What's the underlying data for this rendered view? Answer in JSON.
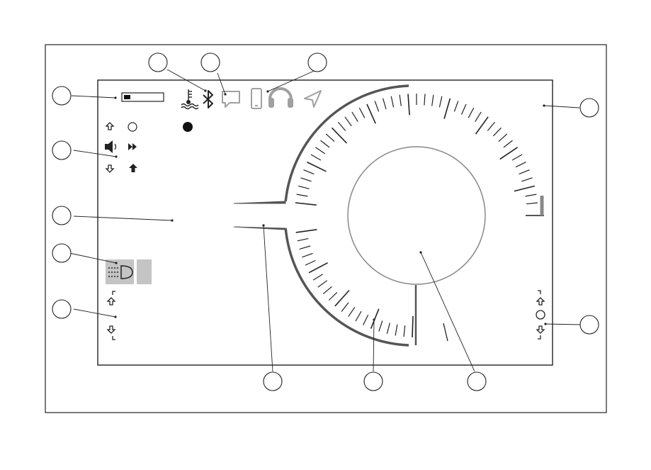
{
  "diagram": {
    "callout_count": 13,
    "style": "patent-style line drawing of an instrument cluster display with blank reference callout circles"
  },
  "colors": {
    "line": "#222222",
    "dial_dark": "#555555",
    "dial_gray": "#888888",
    "icon_gray": "#a0a0a0",
    "panel_gray": "#c4c4c4",
    "dot": "#111111"
  },
  "icons": {
    "top_bar": [
      "fuel-level-icon",
      "coolant-temperature-icon",
      "bluetooth-icon",
      "message-icon",
      "phone-icon",
      "headphones-icon",
      "navigation-icon"
    ],
    "left_column": [
      "shift-up-icon",
      "gear-indicator-icon",
      "speaker-icon",
      "fast-forward-icon",
      "shift-down-icon",
      "up-arrow-icon"
    ],
    "lights": [
      "headlight-icon"
    ],
    "shift_indicators": [
      "shift-up-icon",
      "shift-down-icon",
      "gear-ring-icon"
    ]
  },
  "callouts": [
    {
      "id": "1",
      "target": "fuel-level-bar"
    },
    {
      "id": "2",
      "target": "coolant-temperature-icon"
    },
    {
      "id": "3",
      "target": "message-icon"
    },
    {
      "id": "4",
      "target": "headphones-icon"
    },
    {
      "id": "5",
      "target": "display-area-right"
    },
    {
      "id": "6",
      "target": "left-indicator-column"
    },
    {
      "id": "7",
      "target": "display-area-left"
    },
    {
      "id": "8",
      "target": "headlight-indicator"
    },
    {
      "id": "9",
      "target": "left-shift-indicators"
    },
    {
      "id": "10",
      "target": "right-shift-indicators"
    },
    {
      "id": "11",
      "target": "dial-pointer-line"
    },
    {
      "id": "12",
      "target": "dial-tick-scale"
    },
    {
      "id": "13",
      "target": "dial-center-circle"
    }
  ]
}
